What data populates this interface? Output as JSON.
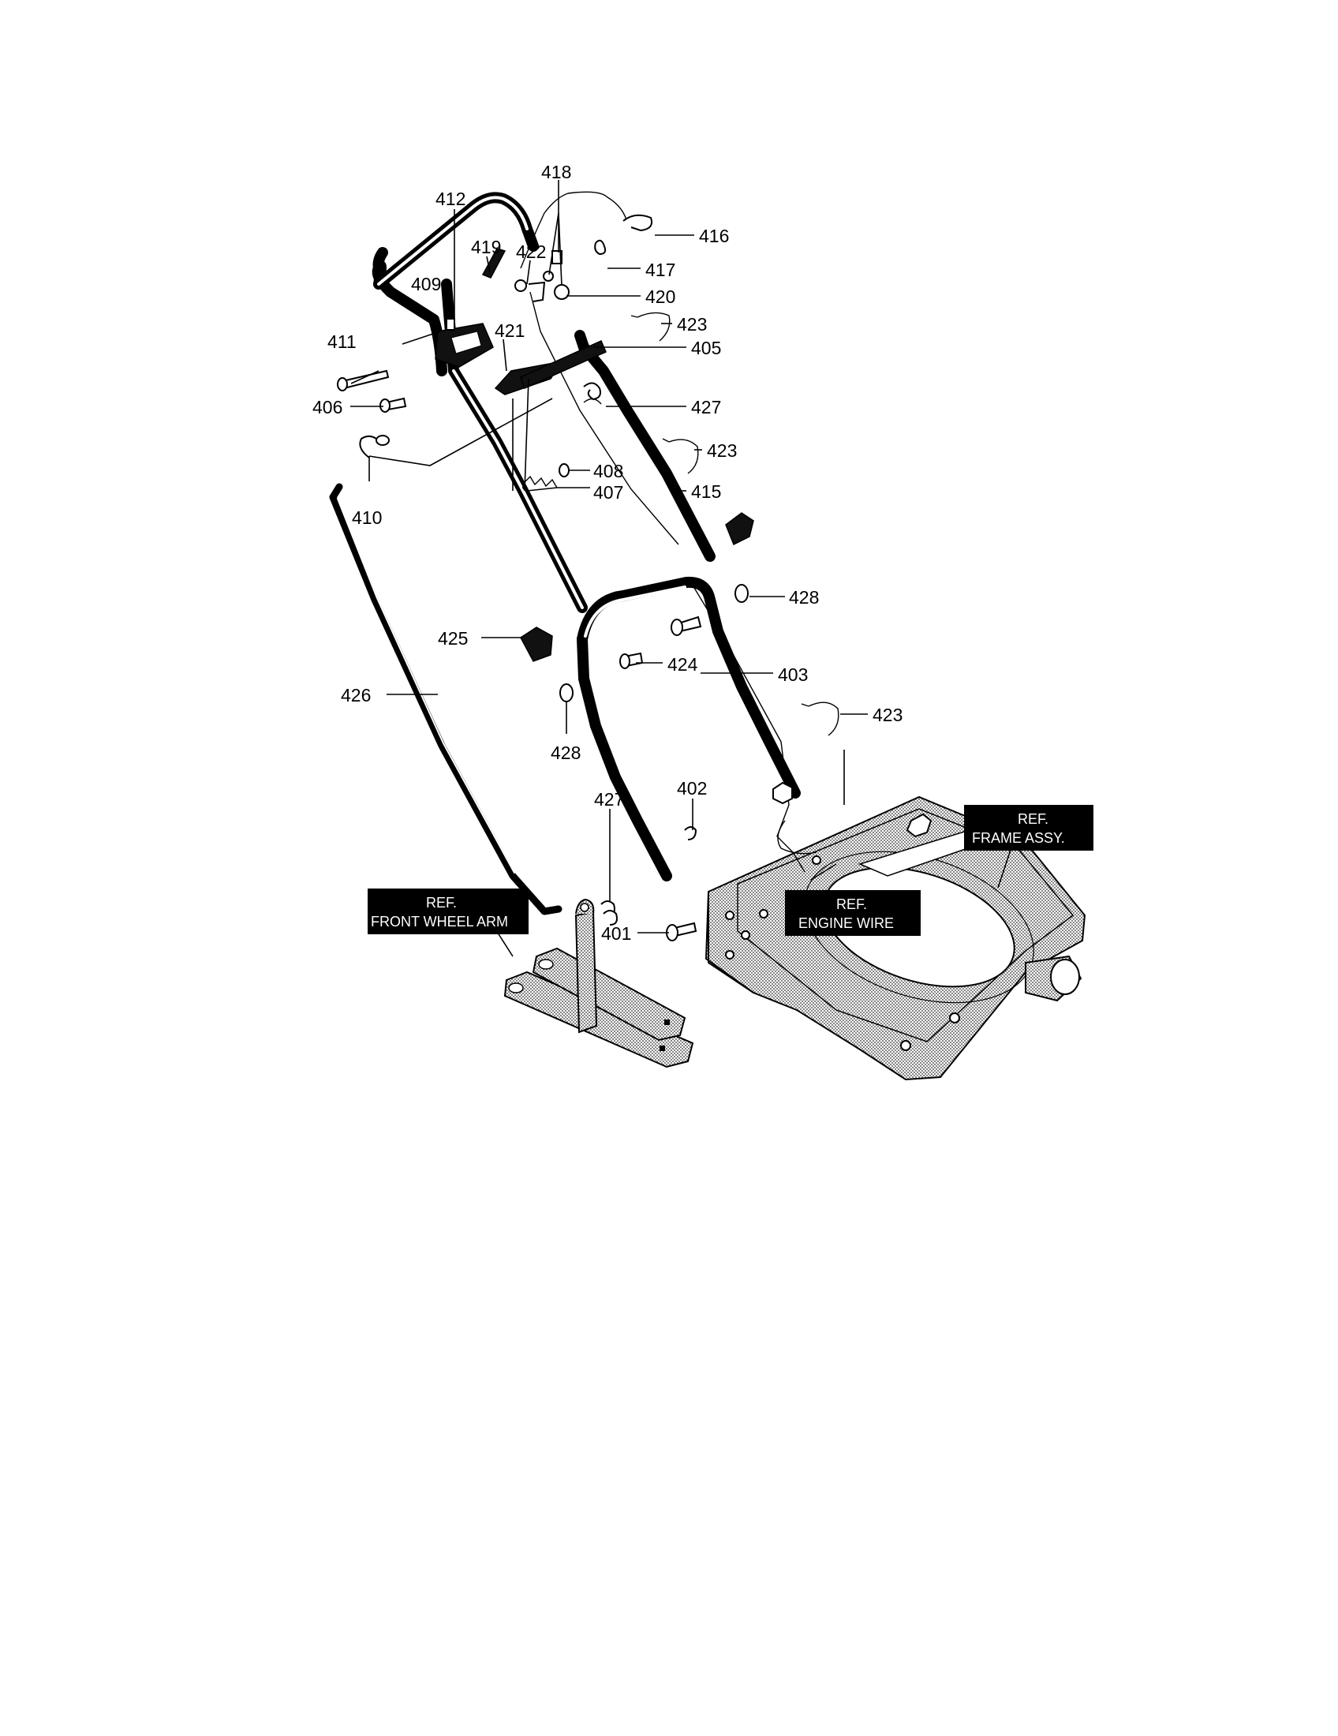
{
  "part_numbers": [
    "401",
    "402",
    "403",
    "405",
    "406",
    "407",
    "408",
    "409",
    "410",
    "411",
    "412",
    "415",
    "416",
    "417",
    "418",
    "419",
    "420",
    "421",
    "422",
    "423",
    "424",
    "425",
    "426",
    "427",
    "428"
  ],
  "labels": {
    "l418": "418",
    "l412": "412",
    "l419": "419",
    "l422": "422",
    "l416": "416",
    "l409": "409",
    "l417": "417",
    "l420": "420",
    "l423a": "423",
    "l411": "411",
    "l421": "421",
    "l405": "405",
    "l406": "406",
    "l427a": "427",
    "l423b": "423",
    "l408": "408",
    "l410": "410",
    "l407": "407",
    "l415": "415",
    "l428a": "428",
    "l425": "425",
    "l424": "424",
    "l403": "403",
    "l426": "426",
    "l423c": "423",
    "l428b": "428",
    "l402": "402",
    "l427b": "427",
    "l401": "401"
  },
  "refs": {
    "frame": {
      "line1": "REF.",
      "line2": "FRAME ASSY."
    },
    "engine_wire": {
      "line1": "REF.",
      "line2": "ENGINE WIRE"
    },
    "front_wheel_arm": {
      "line1": "REF.",
      "line2": "FRONT WHEEL ARM"
    }
  },
  "colors": {
    "ink": "#000000",
    "paper": "#ffffff",
    "stipple": "#9a9a9a"
  }
}
